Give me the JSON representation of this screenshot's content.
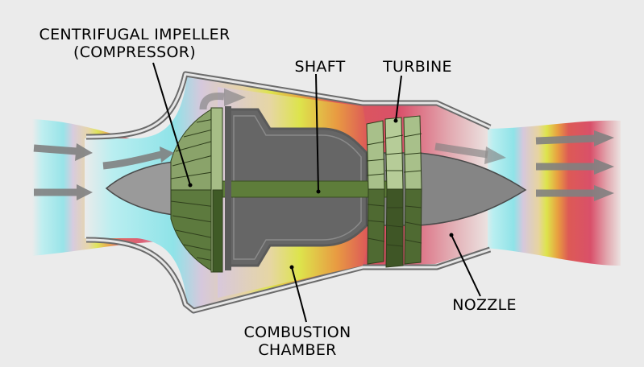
{
  "labels": {
    "impeller_line1": "CENTRIFUGAL IMPELLER",
    "impeller_line2": "(COMPRESSOR)",
    "shaft": "SHAFT",
    "turbine": "TURBINE",
    "nozzle": "NOZZLE",
    "combustion_line1": "COMBUSTION",
    "combustion_line2": "CHAMBER"
  },
  "colors": {
    "background": "#ebebeb",
    "intake_air": "#8fe3e8",
    "combustion_hot": "#d9e24a",
    "exhaust": "#d9506a",
    "casing": "#6e6e6e",
    "blades": "#6b8a4a",
    "shaft": "#5e7d3a",
    "arrows": "#808080"
  }
}
